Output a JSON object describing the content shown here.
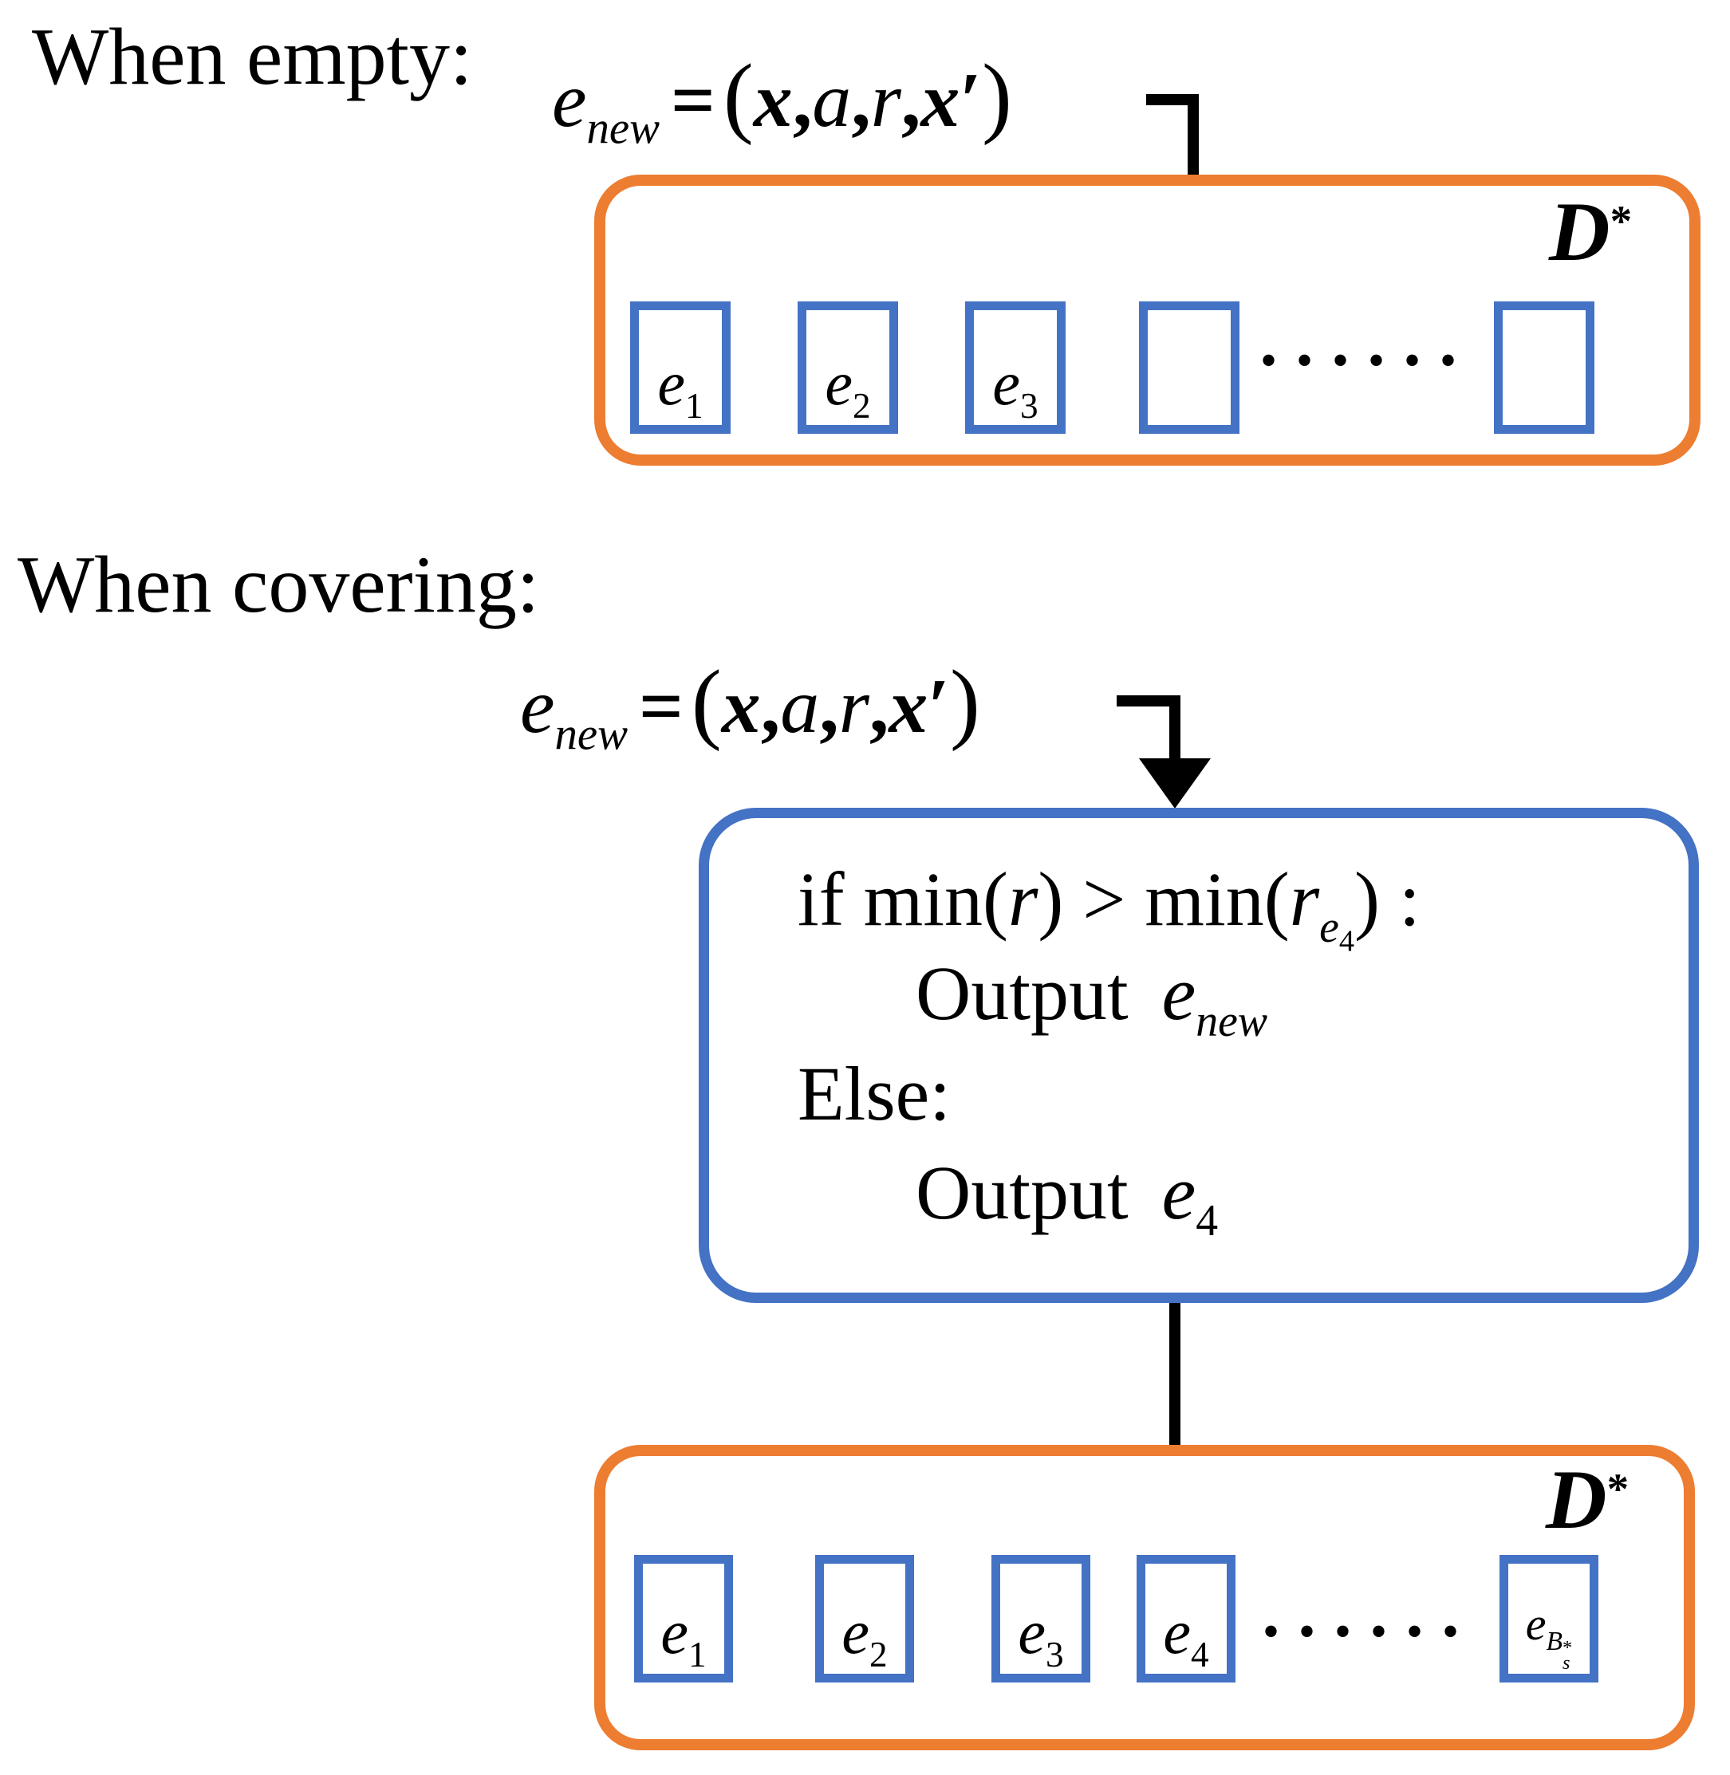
{
  "colors": {
    "buffer_border_orange": "#ED7D31",
    "slot_and_logic_border_blue": "#4472C4",
    "text_and_arrows_black": "#000000",
    "background": "#FFFFFF"
  },
  "sections": {
    "empty_title": "When empty:",
    "covering_title": "When covering:"
  },
  "equation": {
    "var": "e",
    "sub": "new",
    "equals": "=",
    "open": "(",
    "x1": "x",
    "comma1": ",",
    "a": "a",
    "comma2": ",",
    "r": "r",
    "comma3": ",",
    "x2": "x",
    "prime": "′",
    "close": ")"
  },
  "dataset_label": {
    "d": "D",
    "star": "*"
  },
  "dots": "••••••",
  "top_buffer": {
    "slot1": {
      "v": "e",
      "s": "1"
    },
    "slot2": {
      "v": "e",
      "s": "2"
    },
    "slot3": {
      "v": "e",
      "s": "3"
    }
  },
  "bottom_buffer": {
    "slot1": {
      "v": "e",
      "s": "1"
    },
    "slot2": {
      "v": "e",
      "s": "2"
    },
    "slot3": {
      "v": "e",
      "s": "3"
    },
    "slot4": {
      "v": "e",
      "s": "4"
    },
    "slot_last": {
      "v": "e",
      "s": "B",
      "sup": "*",
      "subsub": "s"
    }
  },
  "logic_box": {
    "line1": {
      "pre": "if min(",
      "r1": "r",
      "mid": ") > min(",
      "r2": "r",
      "sub_e": "e",
      "sub_4": "4",
      "post": ") :"
    },
    "line2": {
      "kw": "Output",
      "v": "e",
      "s": "new"
    },
    "line3": "Else:",
    "line4": {
      "kw": "Output",
      "v": "e",
      "s": "4"
    }
  }
}
